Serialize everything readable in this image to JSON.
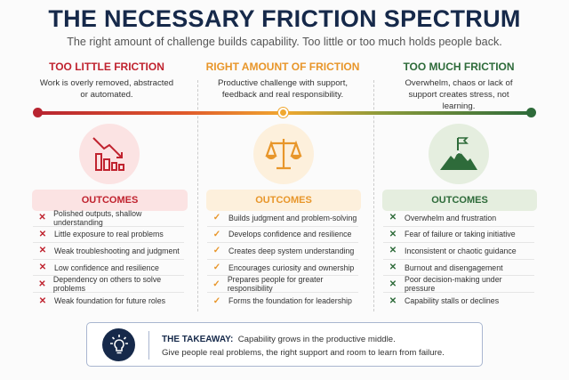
{
  "title": "THE NECESSARY FRICTION SPECTRUM",
  "subtitle": "The right amount of challenge builds capability. Too little or too much holds people back.",
  "columns": [
    {
      "heading": "TOO LITTLE FRICTION",
      "desc": "Work is overly removed, abstracted or automated.",
      "icon": "declining-chart-icon",
      "color": "#c0232f",
      "bg": "#fbe3e3",
      "outcomes_label": "OUTCOMES",
      "mark": "✕",
      "items": [
        "Polished outputs, shallow understanding",
        "Little exposure to real problems",
        "Weak troubleshooting and judgment",
        "Low confidence and resilience",
        "Dependency on others to solve problems",
        "Weak foundation for future roles"
      ]
    },
    {
      "heading": "RIGHT AMOUNT OF FRICTION",
      "desc": "Productive challenge with support, feedback and real responsibility.",
      "icon": "balance-scale-icon",
      "color": "#e8962a",
      "bg": "#fdf0dc",
      "outcomes_label": "OUTCOMES",
      "mark": "✓",
      "items": [
        "Builds judgment and problem-solving",
        "Develops confidence and resilience",
        "Creates deep system understanding",
        "Encourages curiosity and ownership",
        "Prepares people for greater responsibility",
        "Forms the foundation for leadership"
      ]
    },
    {
      "heading": "TOO MUCH FRICTION",
      "desc": "Overwhelm, chaos or lack of support creates stress, not learning.",
      "icon": "mountain-flag-icon",
      "color": "#2e6b3a",
      "bg": "#e5eedf",
      "outcomes_label": "OUTCOMES",
      "mark": "✕",
      "items": [
        "Overwhelm and frustration",
        "Fear of failure or taking initiative",
        "Inconsistent or chaotic guidance",
        "Burnout and disengagement",
        "Poor decision-making under pressure",
        "Capability stalls or declines"
      ]
    }
  ],
  "takeaway": {
    "label": "THE TAKEAWAY:",
    "line1": "Capability grows in the productive middle.",
    "line2": "Give people real problems, the right support and room to learn from failure.",
    "icon": "lightbulb-icon"
  }
}
